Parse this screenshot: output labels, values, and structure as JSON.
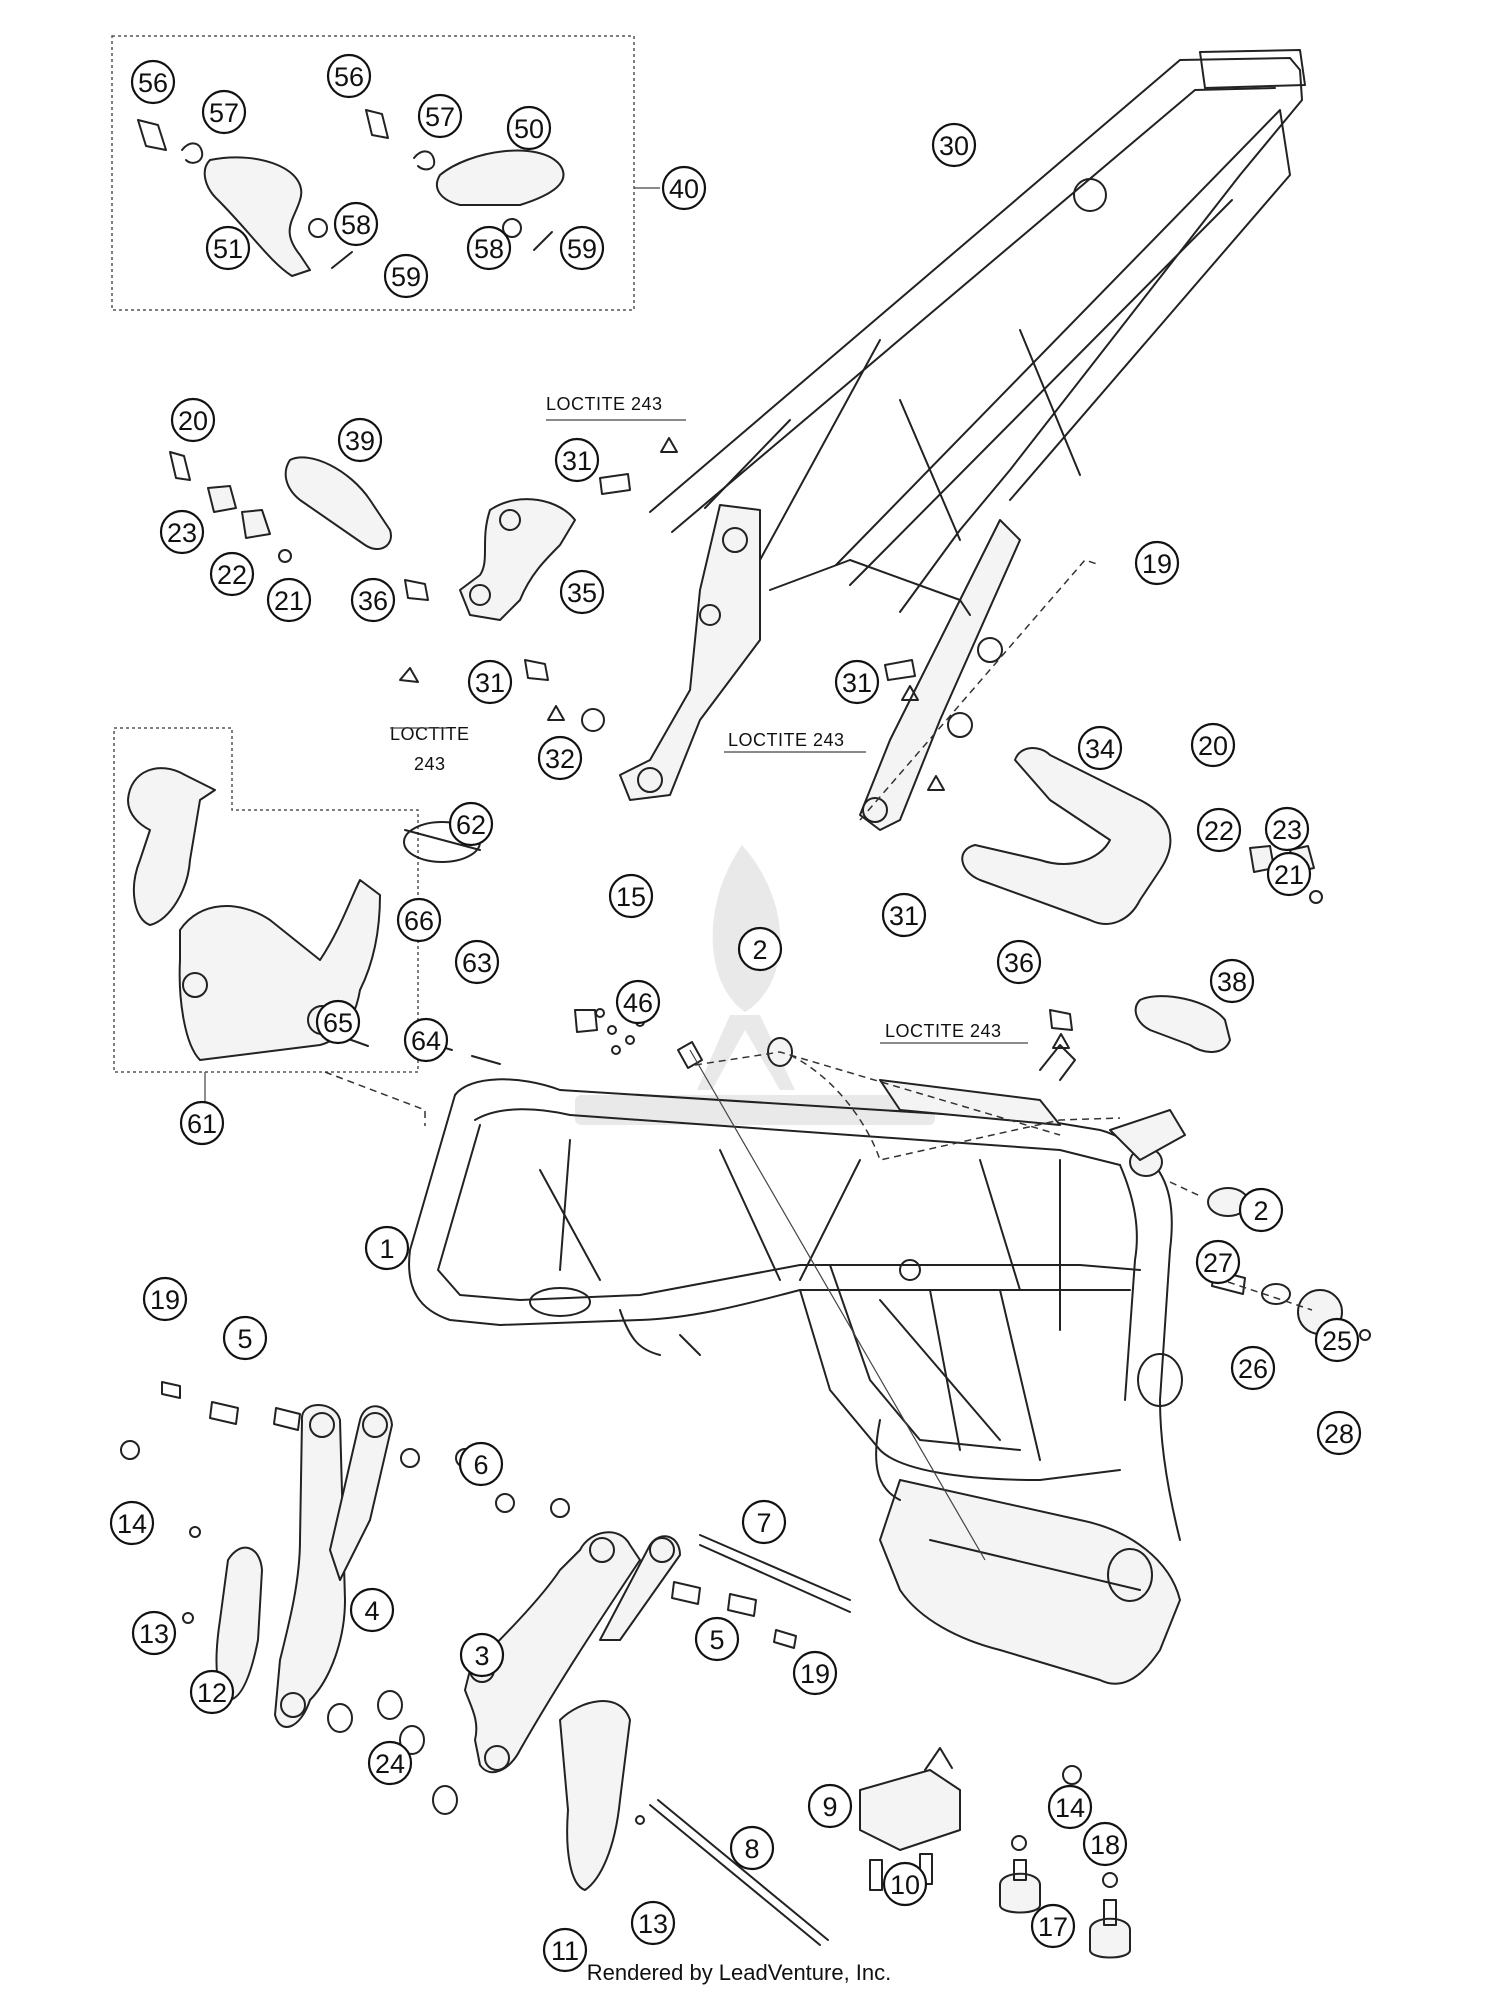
{
  "callouts": [
    {
      "n": "56"
    },
    {
      "n": "57"
    },
    {
      "n": "51"
    },
    {
      "n": "58"
    },
    {
      "n": "59"
    },
    {
      "n": "56"
    },
    {
      "n": "57"
    },
    {
      "n": "50"
    },
    {
      "n": "58"
    },
    {
      "n": "59"
    },
    {
      "n": "40"
    },
    {
      "n": "30"
    },
    {
      "n": "20"
    },
    {
      "n": "39"
    },
    {
      "n": "23"
    },
    {
      "n": "22"
    },
    {
      "n": "21"
    },
    {
      "n": "31"
    },
    {
      "n": "36"
    },
    {
      "n": "35"
    },
    {
      "n": "31"
    },
    {
      "n": "32"
    },
    {
      "n": "31"
    },
    {
      "n": "19"
    },
    {
      "n": "34"
    },
    {
      "n": "20"
    },
    {
      "n": "23"
    },
    {
      "n": "22"
    },
    {
      "n": "21"
    },
    {
      "n": "31"
    },
    {
      "n": "36"
    },
    {
      "n": "38"
    },
    {
      "n": "62"
    },
    {
      "n": "66"
    },
    {
      "n": "63"
    },
    {
      "n": "65"
    },
    {
      "n": "64"
    },
    {
      "n": "61"
    },
    {
      "n": "15"
    },
    {
      "n": "2"
    },
    {
      "n": "46"
    },
    {
      "n": "2"
    },
    {
      "n": "1"
    },
    {
      "n": "27"
    },
    {
      "n": "25"
    },
    {
      "n": "26"
    },
    {
      "n": "28"
    },
    {
      "n": "19"
    },
    {
      "n": "5"
    },
    {
      "n": "6"
    },
    {
      "n": "14"
    },
    {
      "n": "4"
    },
    {
      "n": "13"
    },
    {
      "n": "12"
    },
    {
      "n": "7"
    },
    {
      "n": "5"
    },
    {
      "n": "19"
    },
    {
      "n": "3"
    },
    {
      "n": "9"
    },
    {
      "n": "14"
    },
    {
      "n": "24"
    },
    {
      "n": "8"
    },
    {
      "n": "10"
    },
    {
      "n": "18"
    },
    {
      "n": "13"
    },
    {
      "n": "11"
    },
    {
      "n": "17"
    }
  ],
  "notes": [
    {
      "text": "LOCTITE 243"
    },
    {
      "text": "LOCTITE"
    },
    {
      "text": "243"
    },
    {
      "text": "LOCTITE 243"
    },
    {
      "text": "LOCTITE 243"
    }
  ],
  "credit": "Rendered by LeadVenture, Inc."
}
